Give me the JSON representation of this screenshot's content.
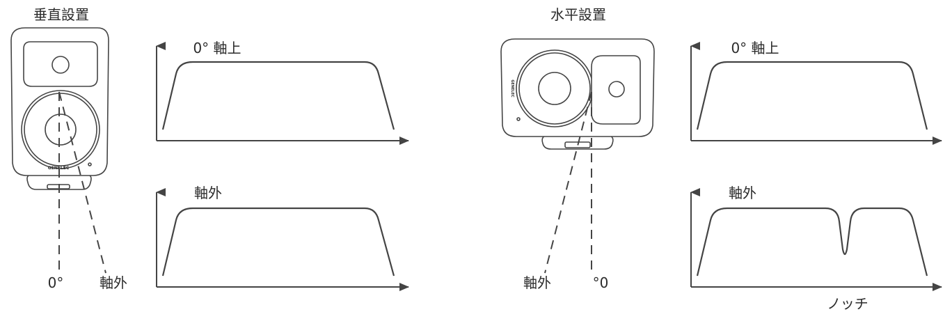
{
  "vertical": {
    "title": "垂直設置",
    "brand": "GENELEC",
    "label_onaxis": "0°",
    "label_offaxis": "軸外",
    "chart_onaxis_label": "0° 軸上",
    "chart_offaxis_label": "軸外"
  },
  "horizontal": {
    "title": "水平設置",
    "brand": "GENELEC",
    "label_onaxis": "°0",
    "label_offaxis": "軸外",
    "chart_onaxis_label": "0° 軸上",
    "chart_offaxis_label": "軸外",
    "notch_label": "ノッチ"
  },
  "colors": {
    "stroke": "#444444",
    "text": "#2b2b2b",
    "speaker_fill": "#ffffff"
  }
}
